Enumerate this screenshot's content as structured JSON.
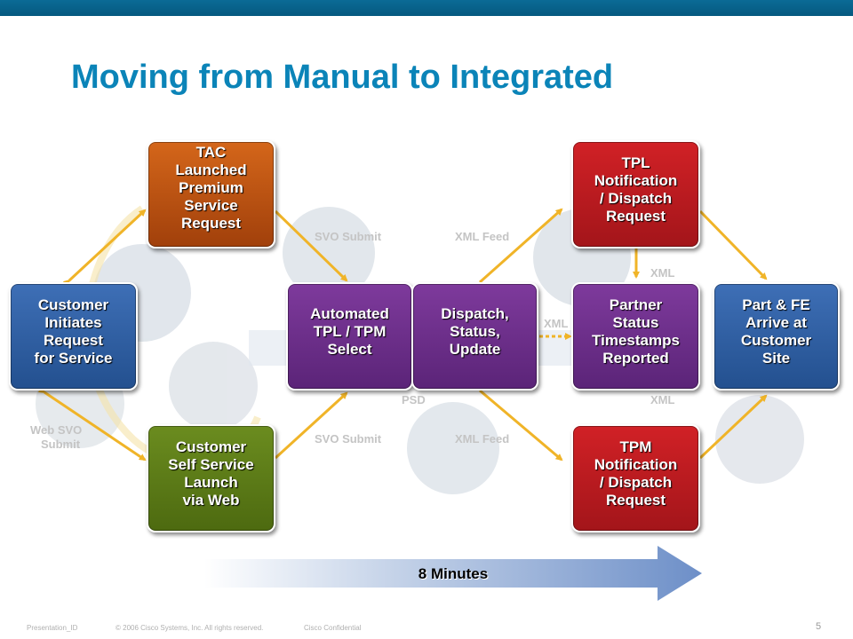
{
  "title": "Moving from Manual to Integrated",
  "boxes": {
    "tac": "TAC\nLaunched\nPremium\nService\nRequest",
    "customer_initiates": "Customer\nInitiates\nRequest\nfor Service",
    "automated": "Automated\nTPL / TPM\nSelect",
    "dispatch": "Dispatch,\nStatus,\nUpdate",
    "tpl": "TPL\nNotification\n/ Dispatch\nRequest",
    "partner": "Partner\nStatus\nTimestamps\nReported",
    "part_fe": "Part & FE\nArrive at\nCustomer\nSite",
    "customer_self": "Customer\nSelf Service\nLaunch\nvia Web",
    "tpm": "TPM\nNotification\n/ Dispatch\nRequest"
  },
  "labels": {
    "svo_submit_top": "SVO Submit",
    "svo_submit_bottom": "SVO Submit",
    "xml_feed_top": "XML Feed",
    "xml_feed_bottom": "XML Feed",
    "xml_right_top": "XML",
    "xml_mid": "XML",
    "xml_right_bottom": "XML",
    "psd": "PSD",
    "web_svo": "Web SVO",
    "submit": "Submit"
  },
  "time_arrow": "8 Minutes",
  "footer": {
    "presentation_id": "Presentation_ID",
    "copyright": "© 2006 Cisco Systems, Inc. All rights reserved.",
    "confidential": "Cisco Confidential",
    "page": "5"
  },
  "colors": {
    "title": "#0b84b8",
    "orange_box": "#c0541a",
    "blue_box": "#2f5fa3",
    "purple_box": "#6a2c8a",
    "green_box": "#5a7a18",
    "red_box": "#bd1a1f",
    "connector": "#f0b428"
  }
}
